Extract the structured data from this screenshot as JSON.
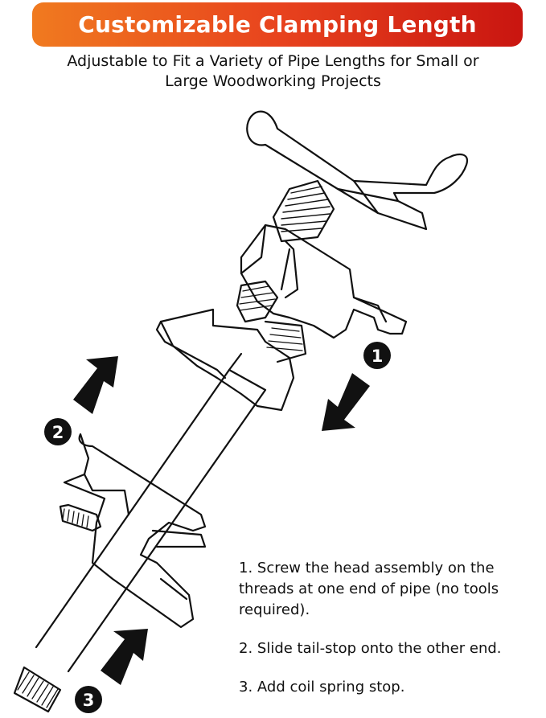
{
  "banner": {
    "title": "Customizable Clamping Length",
    "color_start": "#f07a1f",
    "color_end": "#c91510"
  },
  "subtitle": {
    "line1": "Adjustable to Fit a Variety of Pipe Lengths for Small or",
    "line2": "Large Woodworking Projects"
  },
  "badges": [
    "1",
    "2",
    "3"
  ],
  "steps": [
    "1. Screw the head assembly on the threads at one end of pipe (no tools required).",
    "2. Slide tail-stop onto the other end.",
    "3. Add coil spring stop."
  ],
  "icons": {
    "illustration": "pipe-clamp-line-drawing",
    "arrow1": "arrow-down-left-icon",
    "arrow2": "arrow-up-right-icon",
    "arrow3": "arrow-up-right-icon"
  }
}
